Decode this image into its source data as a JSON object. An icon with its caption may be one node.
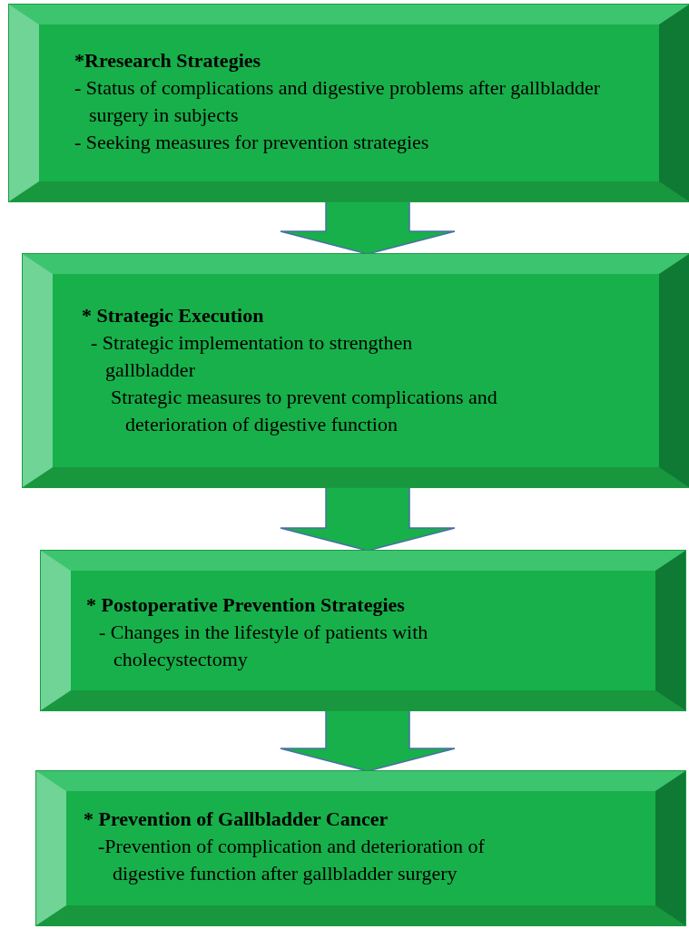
{
  "diagram": {
    "nodes": [
      {
        "text": [
          "*Rresearch Strategies",
          "- Status of complications and digestive problems after gallbladder surgery in subjects",
          "- Seeking measures for prevention strategies"
        ]
      },
      {
        "text": [
          "* Strategic Execution",
          "- Strategic implementation to strengthen gallbladder",
          "Strategic measures to prevent complications and deterioration of digestive function"
        ]
      },
      {
        "text": [
          "* Postoperative Prevention Strategies",
          "- Changes in the lifestyle of patients with cholecystectomy"
        ]
      },
      {
        "text": [
          "* Prevention of Gallbladder Cancer",
          "-Prevention of complication and deterioration of digestive function after gallbladder surgery"
        ]
      }
    ],
    "edges": [
      {
        "from": 0,
        "to": 1,
        "arrow": "to"
      },
      {
        "from": 1,
        "to": 2,
        "arrow": "to"
      },
      {
        "from": 2,
        "to": 3,
        "arrow": "to"
      }
    ]
  }
}
